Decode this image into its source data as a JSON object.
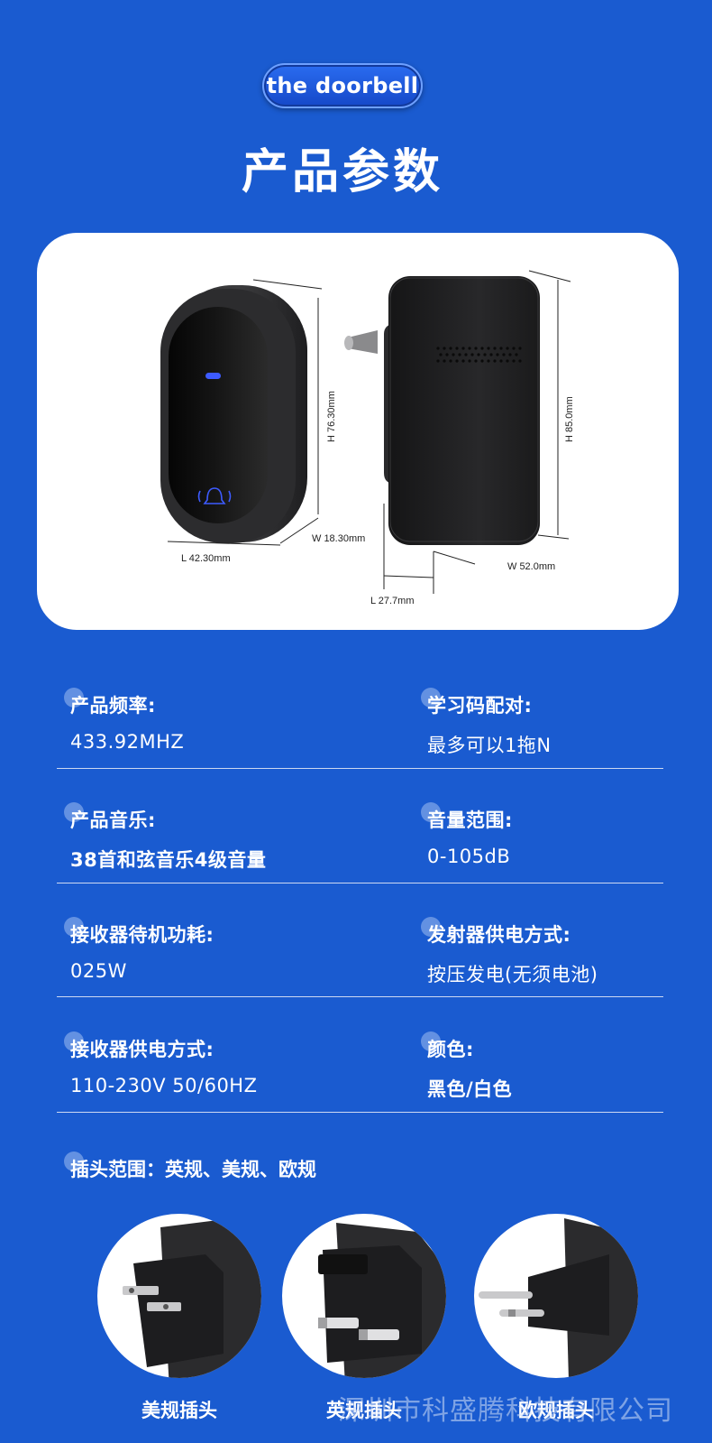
{
  "badge": "the doorbell",
  "title": "产品参数",
  "dimensions": {
    "button_height": "H 76.30mm",
    "button_width": "W 18.30mm",
    "button_length": "L 42.30mm",
    "receiver_height": "H 85.0mm",
    "receiver_width": "W 52.0mm",
    "receiver_length": "L 27.7mm"
  },
  "specs": [
    {
      "label": "产品频率:",
      "value": "433.92MHZ"
    },
    {
      "label": "学习码配对:",
      "value": "最多可以1拖N"
    },
    {
      "label": "产品音乐:",
      "value": "38首和弦音乐4级音量"
    },
    {
      "label": "音量范围:",
      "value": "0-105dB"
    },
    {
      "label": "接收器待机功耗:",
      "value": "025W"
    },
    {
      "label": "发射器供电方式:",
      "value": "按压发电(无须电池)"
    },
    {
      "label": "接收器供电方式:",
      "value": "110-230V 50/60HZ"
    },
    {
      "label": "颜色:",
      "value": "黑色/白色"
    }
  ],
  "plug_range": "插头范围：英规、美规、欧规",
  "plugs": [
    {
      "label": "美规插头",
      "icon": "us-plug-icon"
    },
    {
      "label": "英规插头",
      "icon": "uk-plug-icon"
    },
    {
      "label": "欧规插头",
      "icon": "eu-plug-icon"
    }
  ],
  "watermark": "深圳市科盛腾科技有限公司",
  "colors": {
    "background": "#1a5bd0",
    "card": "#ffffff",
    "device": "#1c1c1e"
  }
}
